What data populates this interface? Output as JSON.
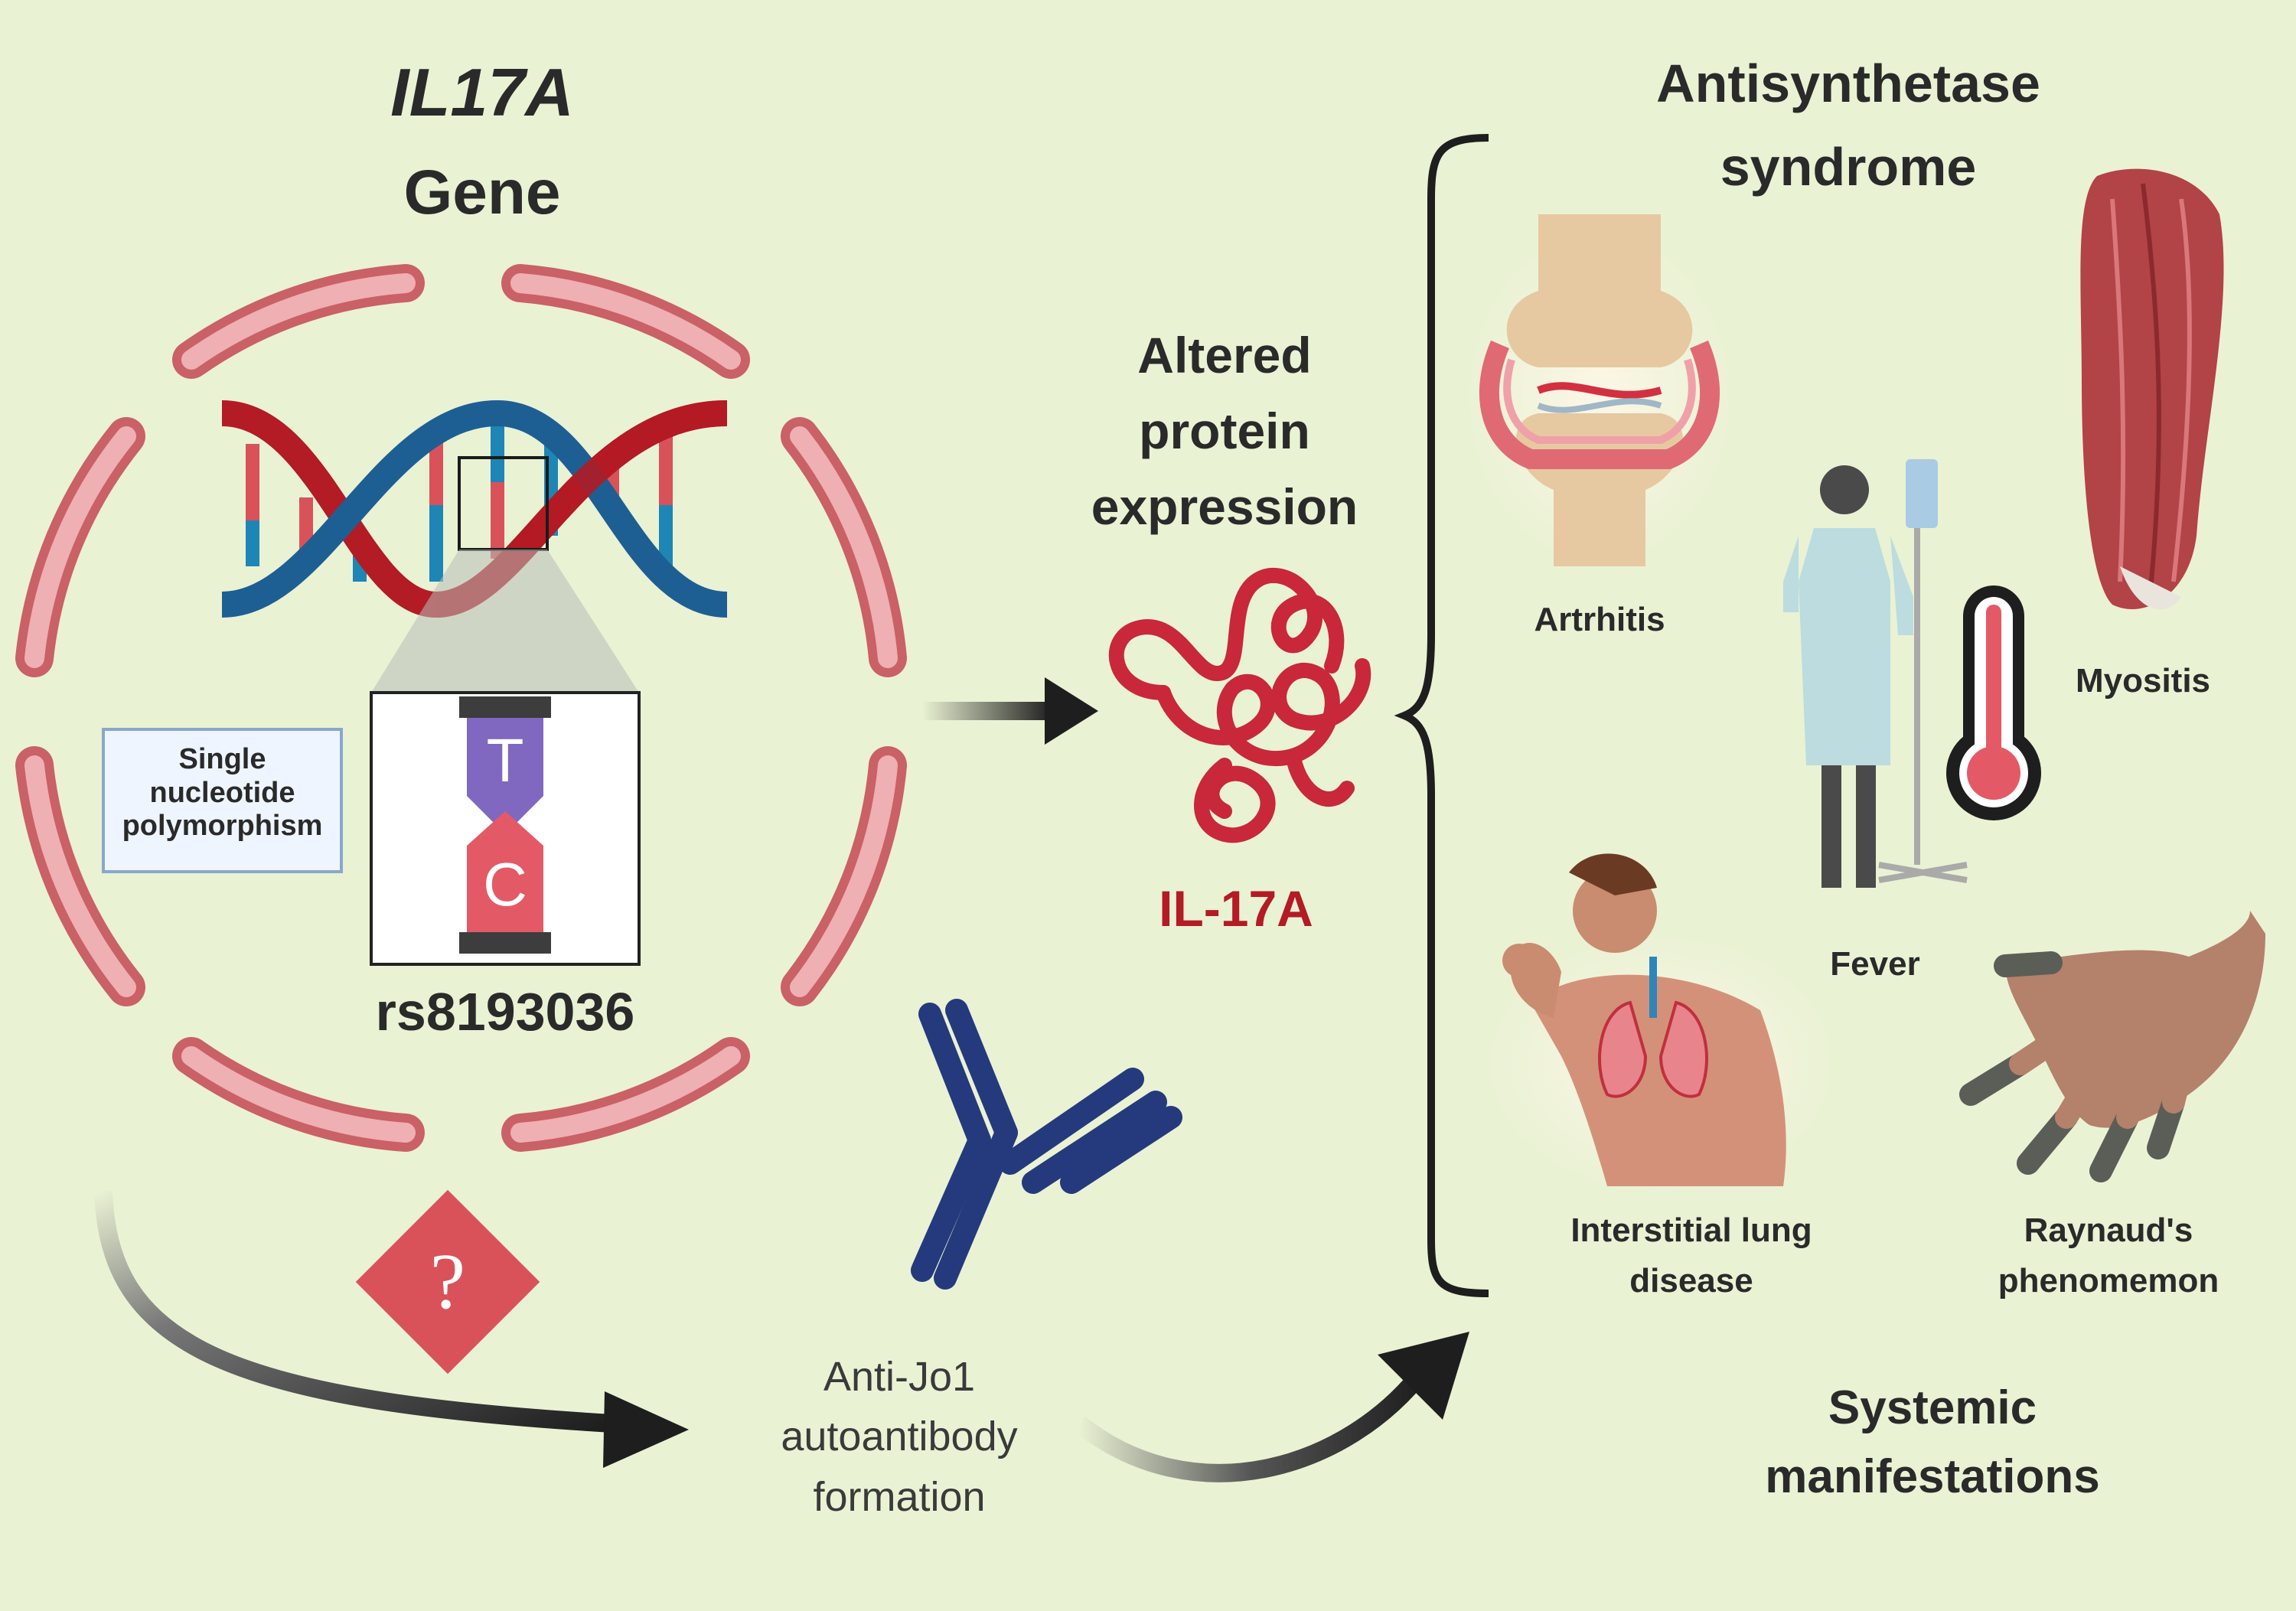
{
  "gene": {
    "name": "IL17A",
    "word": "Gene"
  },
  "snp": {
    "box_label": "Single nucleotide polymorphism",
    "allele_top": "T",
    "allele_bottom": "C",
    "id": "rs8193036"
  },
  "protein": {
    "heading": "Altered protein expression",
    "name": "IL-17A"
  },
  "autoantibody": {
    "label": "Anti-Jo1 autoantibody formation",
    "unknown_symbol": "?"
  },
  "syndrome": {
    "title": "Antisynthetase syndrome",
    "manifestations": [
      "Artrhitis",
      "Myositis",
      "Fever",
      "Interstitial lung disease",
      "Raynaud's phenomemon"
    ],
    "systemic_label": "Systemic manifestations"
  },
  "colors": {
    "background": "#eaf2d4",
    "dna_red": "#b31b25",
    "dna_blue": "#1d5f93",
    "protein_red": "#c8283a",
    "antibody_blue": "#243a7d",
    "question_red": "#d9525a"
  }
}
